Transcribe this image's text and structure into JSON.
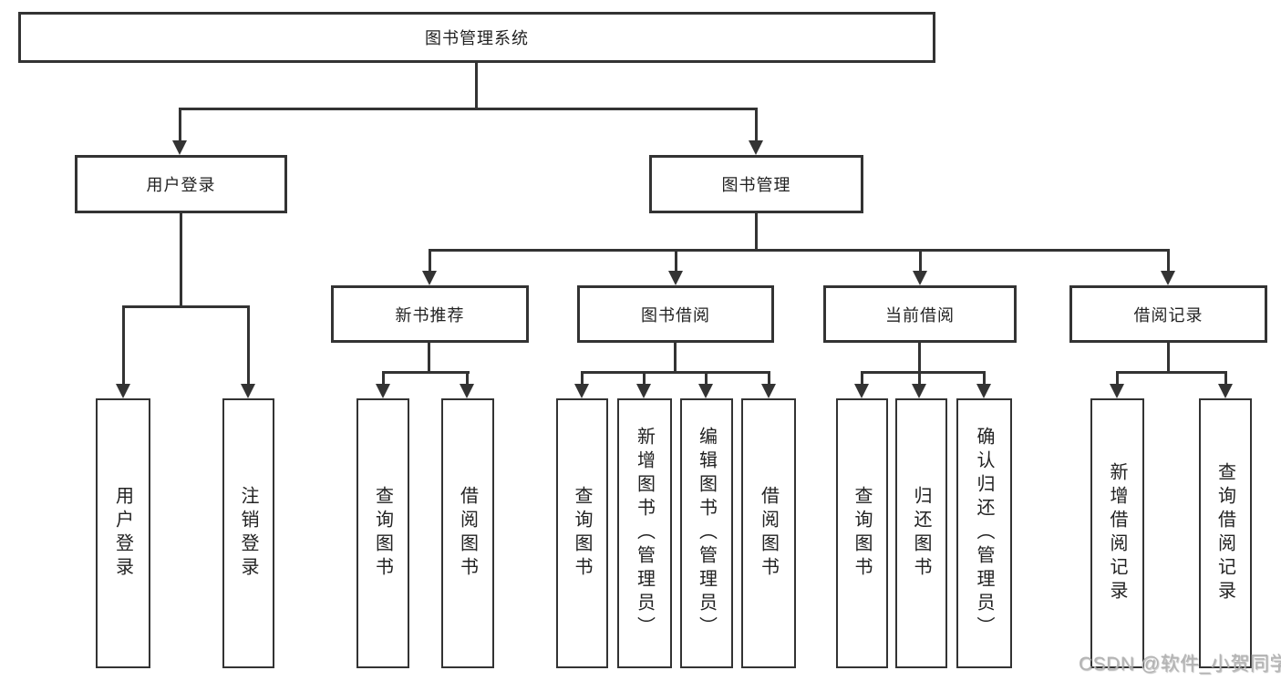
{
  "colors": {
    "line": "#333333",
    "text": "#222222",
    "background": "#ffffff",
    "watermark": "#b3b3b3"
  },
  "tree": {
    "root": {
      "label": "图书管理系统"
    },
    "branches": [
      {
        "label": "用户登录",
        "children": [
          {
            "label": "用户登录"
          },
          {
            "label": "注销登录"
          }
        ]
      },
      {
        "label": "图书管理",
        "sections": [
          {
            "label": "新书推荐",
            "children": [
              {
                "label": "查询图书"
              },
              {
                "label": "借阅图书"
              }
            ]
          },
          {
            "label": "图书借阅",
            "children": [
              {
                "label": "查询图书"
              },
              {
                "label": "新增图书（管理员）"
              },
              {
                "label": "编辑图书（管理员）"
              },
              {
                "label": "借阅图书"
              }
            ]
          },
          {
            "label": "当前借阅",
            "children": [
              {
                "label": "查询图书"
              },
              {
                "label": "归还图书"
              },
              {
                "label": "确认归还（管理员）"
              }
            ]
          },
          {
            "label": "借阅记录",
            "children": [
              {
                "label": "新增借阅记录"
              },
              {
                "label": "查询借阅记录"
              }
            ]
          }
        ]
      }
    ]
  },
  "watermark": {
    "text": "CSDN @软件_小贺同学"
  }
}
